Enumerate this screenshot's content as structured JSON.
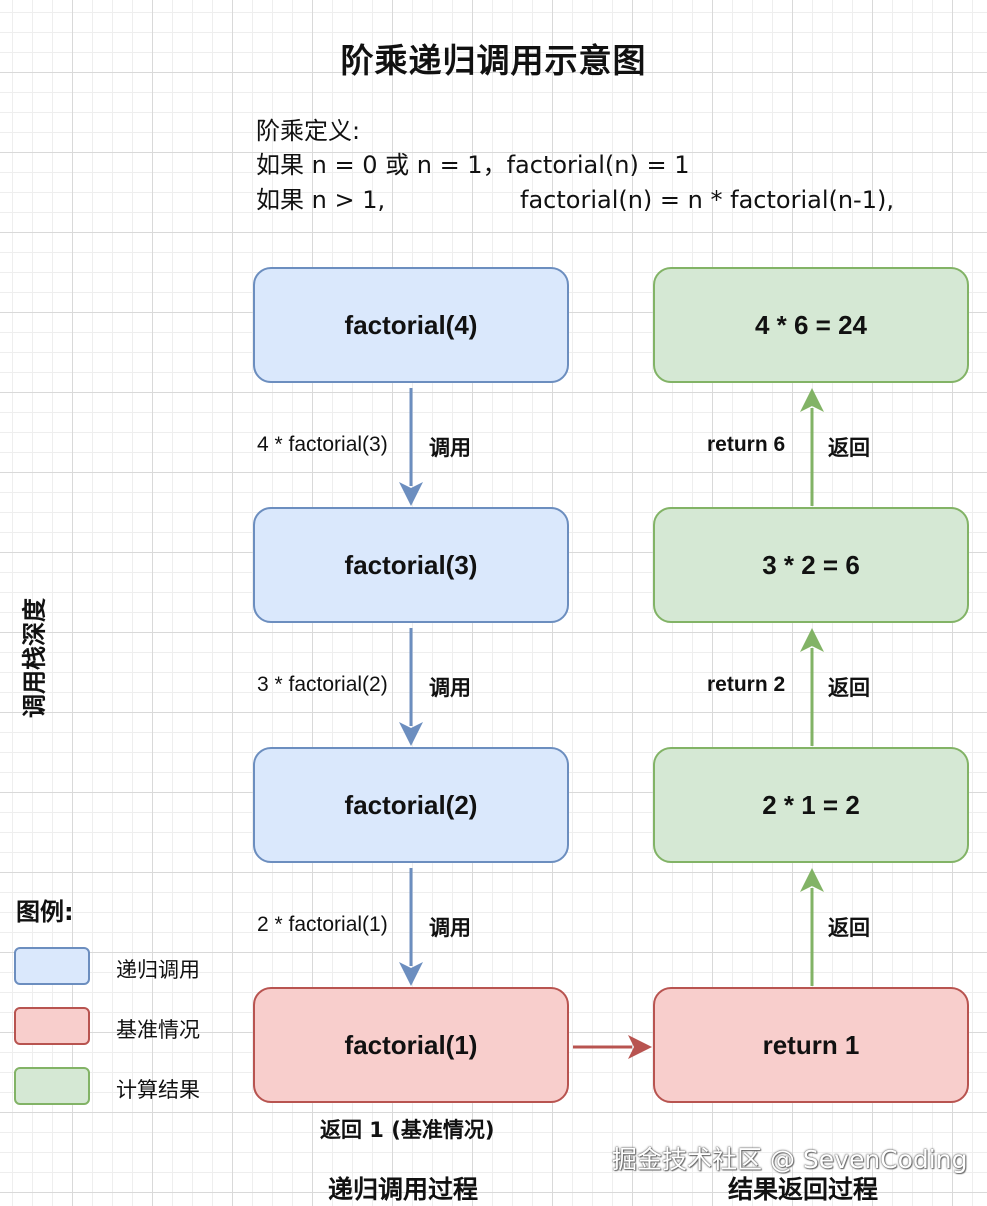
{
  "title": "阶乘递归调用示意图",
  "definition": {
    "line1": "阶乘定义:",
    "line2": "如果 n = 0 或 n = 1，factorial(n) = 1",
    "line3_a": "如果 n > 1,",
    "line3_b": "factorial(n) = n * factorial(n-1),"
  },
  "call_boxes": [
    "factorial(4)",
    "factorial(3)",
    "factorial(2)",
    "factorial(1)"
  ],
  "call_edges": [
    {
      "expr": "4 * factorial(3)",
      "tag": "调用"
    },
    {
      "expr": "3 * factorial(2)",
      "tag": "调用"
    },
    {
      "expr": "2 * factorial(1)",
      "tag": "调用"
    }
  ],
  "base_note": "返回 1 (基准情况)",
  "result_boxes": [
    "4 * 6 = 24",
    "3 * 2 = 6",
    "2 * 1 = 2",
    "return 1"
  ],
  "return_edges": [
    {
      "value": "return 6",
      "tag": "返回"
    },
    {
      "value": "return 2",
      "tag": "返回"
    },
    {
      "value": "",
      "tag": "返回"
    }
  ],
  "side_label": "调用栈深度",
  "legend": {
    "title": "图例:",
    "items": [
      {
        "label": "递归调用",
        "fill": "#dae8fc",
        "stroke": "#6c8ebf"
      },
      {
        "label": "基准情况",
        "fill": "#f8cecc",
        "stroke": "#b85450"
      },
      {
        "label": "计算结果",
        "fill": "#d5e8d4",
        "stroke": "#82b366"
      }
    ]
  },
  "footer": {
    "left": "递归调用过程",
    "right": "结果返回过程"
  },
  "watermark": "掘金技术社区 @ SevenCoding",
  "colors": {
    "call_arrow": "#6c8ebf",
    "return_arrow": "#82b366",
    "base_arrow": "#b85450"
  }
}
